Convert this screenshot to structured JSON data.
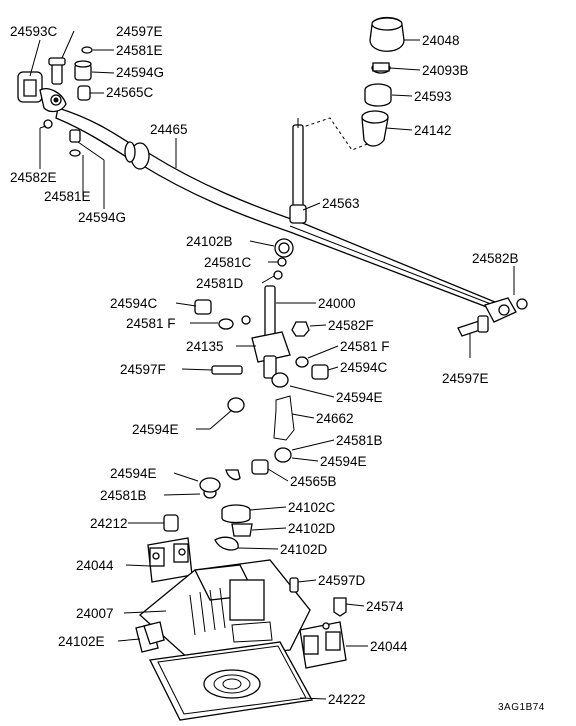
{
  "labels": {
    "p24593C": "24593C",
    "p24597E_top": "24597E",
    "p24581E_top": "24581E",
    "p24594G_top": "24594G",
    "p24565C": "24565C",
    "p24465": "24465",
    "p24582E": "24582E",
    "p24581E_left": "24581E",
    "p24594G_left": "24594G",
    "p24048": "24048",
    "p24093B": "24093B",
    "p24593": "24593",
    "p24142": "24142",
    "p24563": "24563",
    "p24102B": "24102B",
    "p24581C": "24581C",
    "p24581D": "24581D",
    "p24582B": "24582B",
    "p24594C_left": "24594C",
    "p24000": "24000",
    "p24581F_left": "24581 F",
    "p24582F": "24582F",
    "p24135": "24135",
    "p24581F_right": "24581 F",
    "p24597F": "24597F",
    "p24594C_right": "24594C",
    "p24597E_right": "24597E",
    "p24594E_mid": "24594E",
    "p24594E_left": "24594E",
    "p24662": "24662",
    "p24581B_right": "24581B",
    "p24594E_right": "24594E",
    "p24594E_low": "24594E",
    "p24565B": "24565B",
    "p24581B_left": "24581B",
    "p24102C": "24102C",
    "p24212": "24212",
    "p24102D_top": "24102D",
    "p24102D_bot": "24102D",
    "p24044_left": "24044",
    "p24597D": "24597D",
    "p24574": "24574",
    "p24007": "24007",
    "p24102E": "24102E",
    "p24044_right": "24044",
    "p24222": "24222"
  },
  "code": "3AG1B74"
}
